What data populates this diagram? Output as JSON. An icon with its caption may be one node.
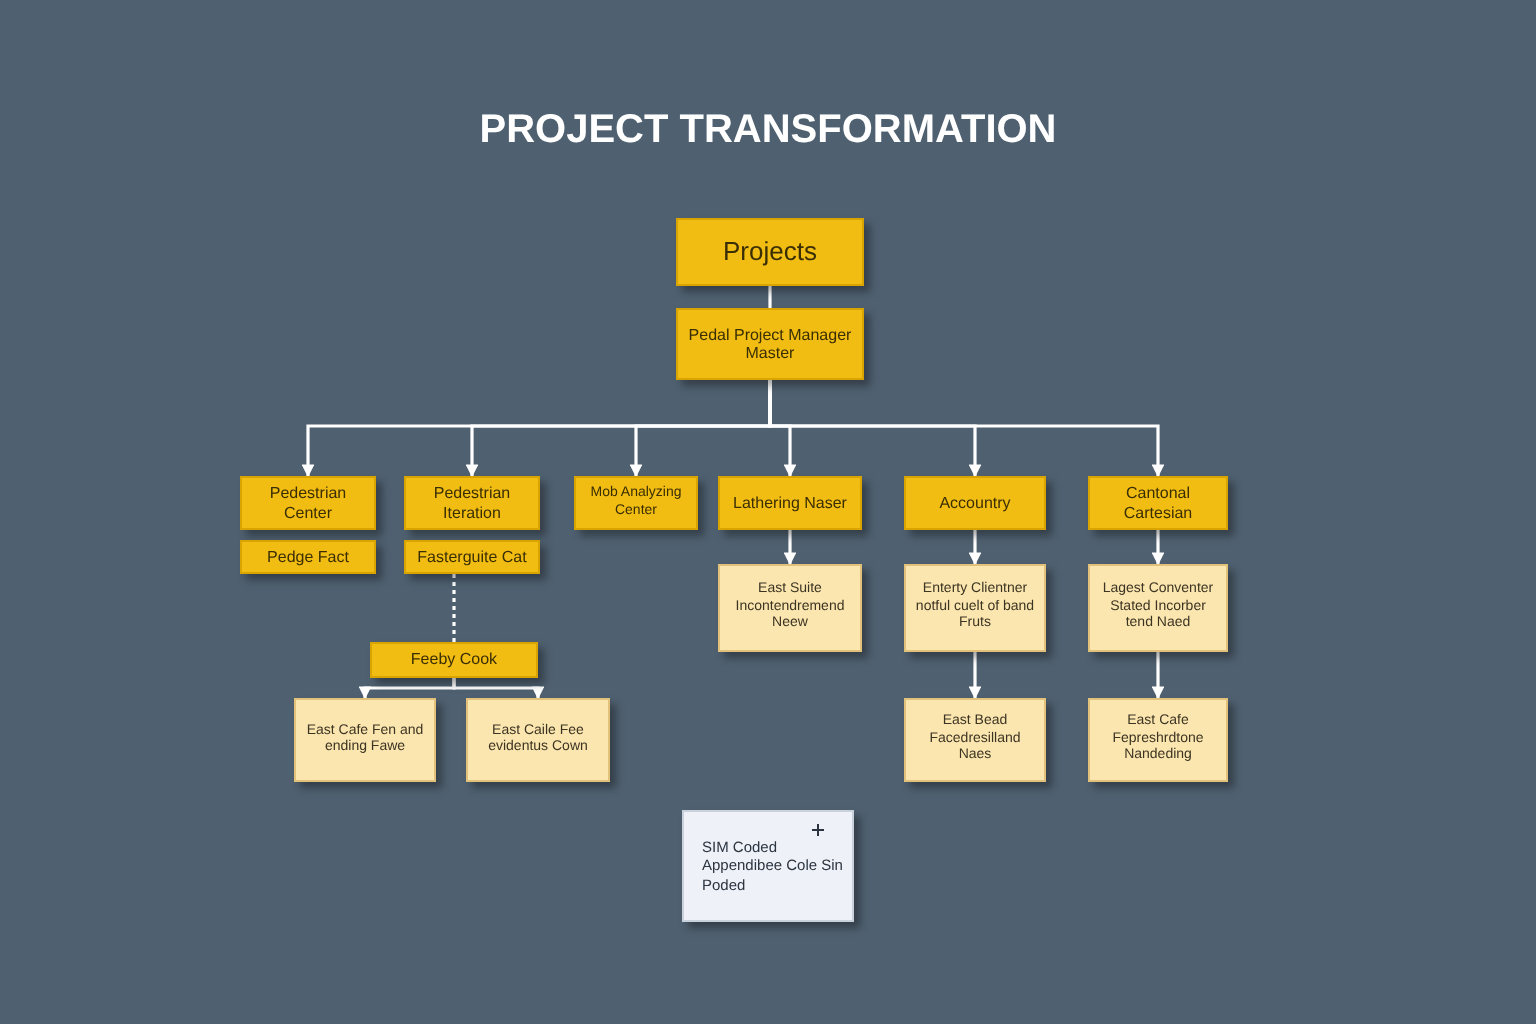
{
  "diagram": {
    "title": "PROJECT TRANSFORMATION",
    "nodes": [
      {
        "text": [
          "Projects"
        ]
      },
      {
        "text": [
          "Pedal Project Manager Master"
        ]
      },
      {
        "text": [
          "Pedestrian Center"
        ]
      },
      {
        "text": [
          "Pedestrian Iteration"
        ]
      },
      {
        "text": [
          "Mob Analyzing Center"
        ]
      },
      {
        "text": [
          "Lathering Naser"
        ]
      },
      {
        "text": [
          "Accountry"
        ]
      },
      {
        "text": [
          "Cantonal Cartesian"
        ]
      },
      {
        "text": [
          "Pedge Fact"
        ]
      },
      {
        "text": [
          "Fasterguite Cat"
        ]
      },
      {
        "text": [
          "Feeby Cook"
        ]
      },
      {
        "text": [
          "East Cafe Fen and ending Fawe"
        ]
      },
      {
        "text": [
          "East Caile Fee evidentus Cown"
        ]
      },
      {
        "text": [
          "East Suite Incontendremend Neew"
        ]
      },
      {
        "text": [
          "Enterty Clientner notful cuelt of band Fruts"
        ]
      },
      {
        "text": [
          "Lagest Conventer Stated Incorber tend Naed"
        ]
      },
      {
        "text": [
          "East Bead Facedresilland Naes"
        ]
      },
      {
        "text": [
          "East Cafe Fepreshrdtone Nandeding"
        ]
      },
      {
        "text": [
          "SIM Coded Appendibee Cole Sin Poded"
        ]
      }
    ],
    "edges": [
      {
        "from": 0,
        "to": 1,
        "arrow": "none"
      },
      {
        "from": 1,
        "to": 2,
        "arrow": "to"
      },
      {
        "from": 1,
        "to": 3,
        "arrow": "to"
      },
      {
        "from": 1,
        "to": 4,
        "arrow": "to"
      },
      {
        "from": 1,
        "to": 5,
        "arrow": "to"
      },
      {
        "from": 1,
        "to": 6,
        "arrow": "to"
      },
      {
        "from": 1,
        "to": 7,
        "arrow": "to"
      },
      {
        "from": 5,
        "to": 13,
        "arrow": "to"
      },
      {
        "from": 6,
        "to": 14,
        "arrow": "to"
      },
      {
        "from": 14,
        "to": 16,
        "arrow": "to"
      },
      {
        "from": 7,
        "to": 15,
        "arrow": "to"
      },
      {
        "from": 15,
        "to": 17,
        "arrow": "to"
      },
      {
        "from": 9,
        "to": 10,
        "arrow": "none",
        "style": "dashed"
      },
      {
        "from": 10,
        "to": 11,
        "arrow": "to"
      },
      {
        "from": 10,
        "to": 12,
        "arrow": "to"
      }
    ]
  }
}
